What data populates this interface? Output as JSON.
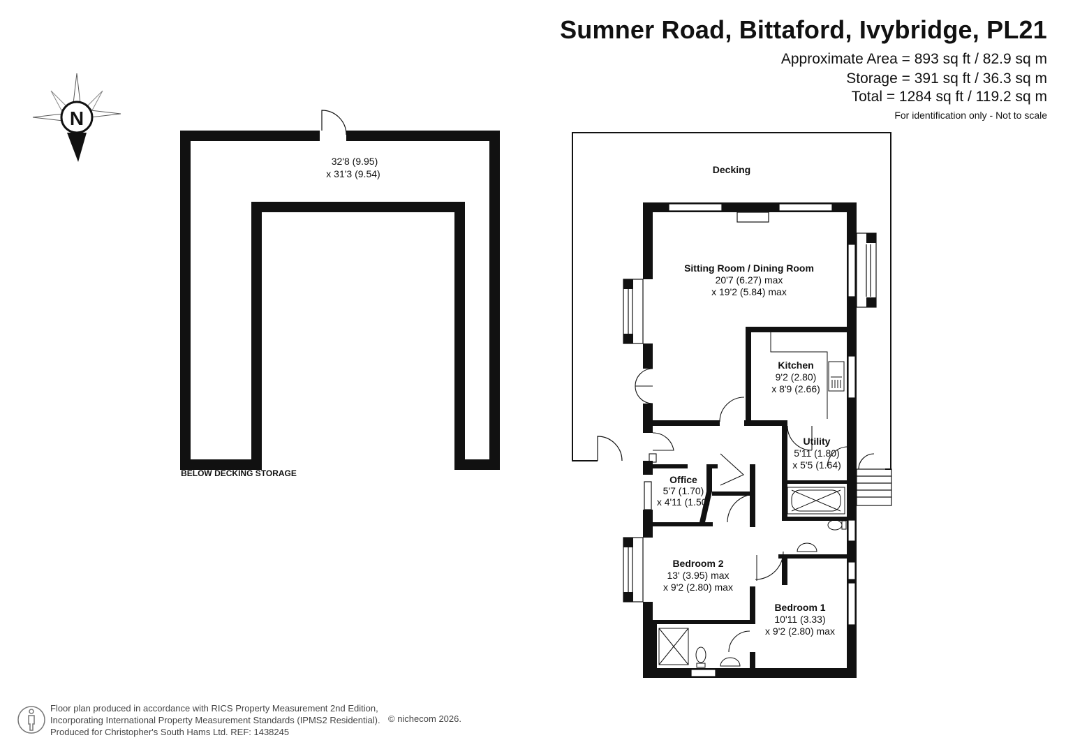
{
  "header": {
    "title": "Sumner Road, Bittaford, Ivybridge, PL21",
    "areas": [
      "Approximate Area = 893 sq ft / 82.9 sq m",
      "Storage = 391 sq ft / 36.3 sq m",
      "Total = 1284 sq ft / 119.2 sq m"
    ],
    "note": "For identification only - Not to scale"
  },
  "compass": {
    "label": "N"
  },
  "storage": {
    "dimension_line1": "32'8 (9.95)",
    "dimension_line2": "x 31'3 (9.54)",
    "caption": "BELOW DECKING STORAGE"
  },
  "rooms": {
    "decking": {
      "name": "Decking"
    },
    "sitting": {
      "name": "Sitting Room / Dining Room",
      "dim1": "20'7 (6.27) max",
      "dim2": "x 19'2 (5.84) max"
    },
    "kitchen": {
      "name": "Kitchen",
      "dim1": "9'2 (2.80)",
      "dim2": "x 8'9 (2.66)"
    },
    "utility": {
      "name": "Utility",
      "dim1": "5'11 (1.80)",
      "dim2": "x 5'5 (1.64)"
    },
    "office": {
      "name": "Office",
      "dim1": "5'7 (1.70)",
      "dim2": "x 4'11 (1.50)"
    },
    "bedroom2": {
      "name": "Bedroom 2",
      "dim1": "13' (3.95) max",
      "dim2": "x 9'2 (2.80) max"
    },
    "bedroom1": {
      "name": "Bedroom 1",
      "dim1": "10'11 (3.33)",
      "dim2": "x 9'2 (2.80) max"
    }
  },
  "footer": {
    "lines": [
      "Floor plan produced in accordance with RICS Property Measurement 2nd Edition,",
      "Incorporating International Property Measurement Standards (IPMS2 Residential).",
      "Produced for Christopher's South Hams Ltd.   REF: 1438245"
    ],
    "copyright": "© nichecom 2026."
  },
  "colors": {
    "wall": "#111111",
    "text": "#111111",
    "footer": "#444444"
  }
}
